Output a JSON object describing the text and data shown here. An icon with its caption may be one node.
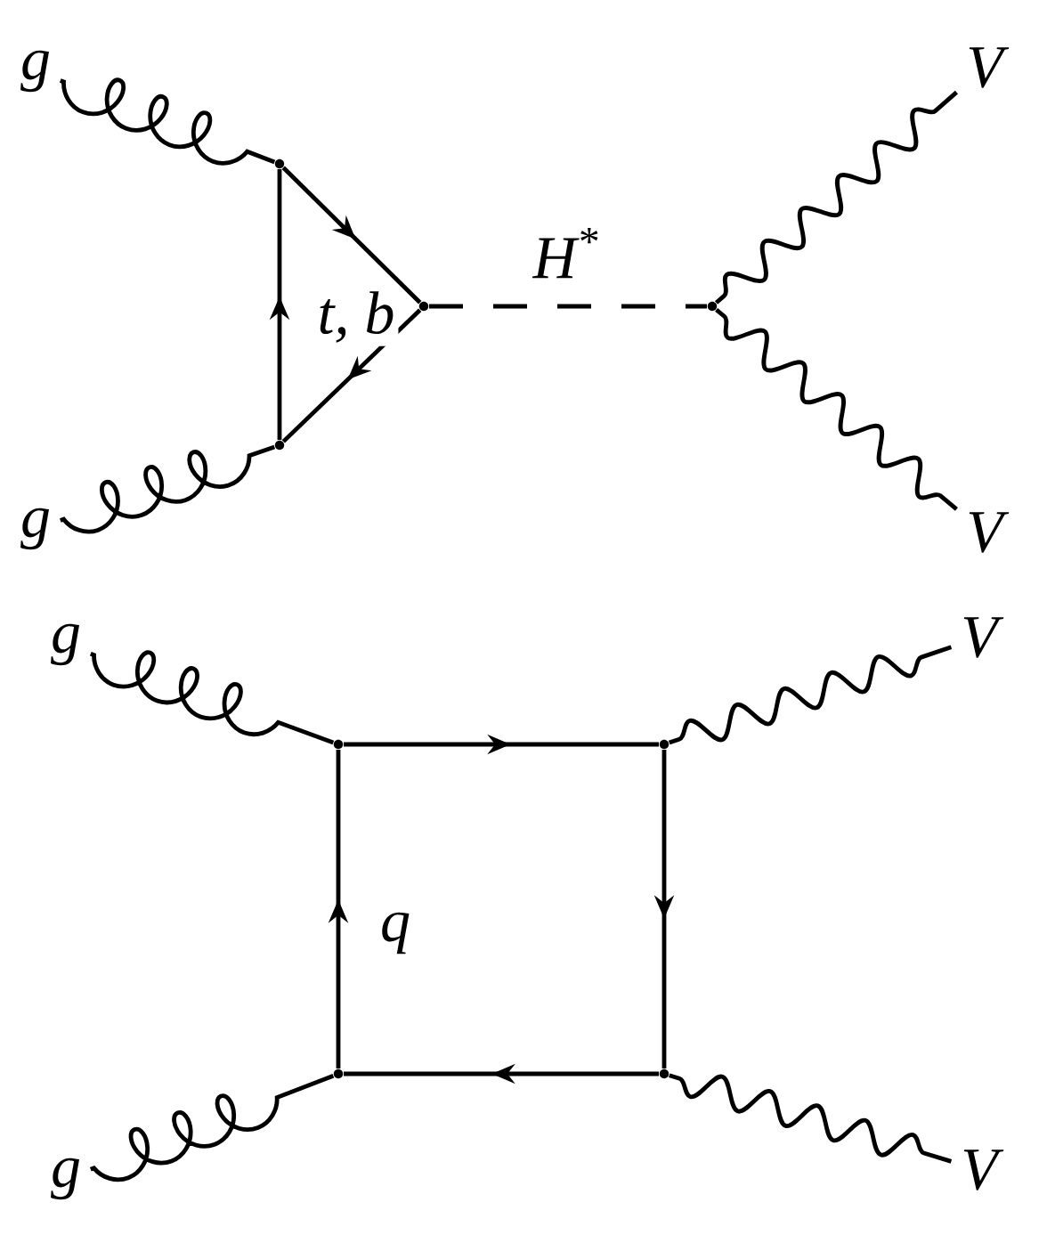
{
  "diagram": {
    "nodes": [
      {
        "text": [
          "g"
        ]
      },
      {
        "text": [
          "V"
        ]
      },
      {
        "text": [],
        "shape": "dot"
      },
      {
        "text": [],
        "shape": "dot"
      },
      {
        "text": [],
        "shape": "dot"
      },
      {
        "text": [],
        "shape": "dot"
      },
      {
        "text": [
          "g"
        ]
      },
      {
        "text": [
          "V"
        ]
      },
      {
        "text": [
          "g"
        ]
      },
      {
        "text": [
          "V"
        ]
      },
      {
        "text": [],
        "shape": "dot"
      },
      {
        "text": [],
        "shape": "dot"
      },
      {
        "text": [],
        "shape": "dot"
      },
      {
        "text": [],
        "shape": "dot"
      },
      {
        "text": [
          "g"
        ]
      },
      {
        "text": [
          "V"
        ]
      }
    ],
    "edges": [
      {
        "from": 0,
        "to": 2,
        "arrow": "none"
      },
      {
        "from": 6,
        "to": 5,
        "arrow": "none"
      },
      {
        "from": 2,
        "to": 3,
        "arrow": "to"
      },
      {
        "from": 3,
        "to": 5,
        "arrow": "to"
      },
      {
        "from": 5,
        "to": 2,
        "arrow": "to",
        "label": "t, b"
      },
      {
        "from": 3,
        "to": 4,
        "arrow": "none",
        "style": "dashed",
        "label": "H$^{*}$"
      },
      {
        "from": 4,
        "to": 1,
        "arrow": "none"
      },
      {
        "from": 4,
        "to": 7,
        "arrow": "none"
      },
      {
        "from": 8,
        "to": 10,
        "arrow": "none"
      },
      {
        "from": 14,
        "to": 12,
        "arrow": "none"
      },
      {
        "from": 10,
        "to": 11,
        "arrow": "to"
      },
      {
        "from": 11,
        "to": 13,
        "arrow": "to"
      },
      {
        "from": 13,
        "to": 12,
        "arrow": "to"
      },
      {
        "from": 12,
        "to": 10,
        "arrow": "to",
        "label": "q"
      },
      {
        "from": 11,
        "to": 9,
        "arrow": "none"
      },
      {
        "from": 13,
        "to": 15,
        "arrow": "none"
      }
    ]
  }
}
